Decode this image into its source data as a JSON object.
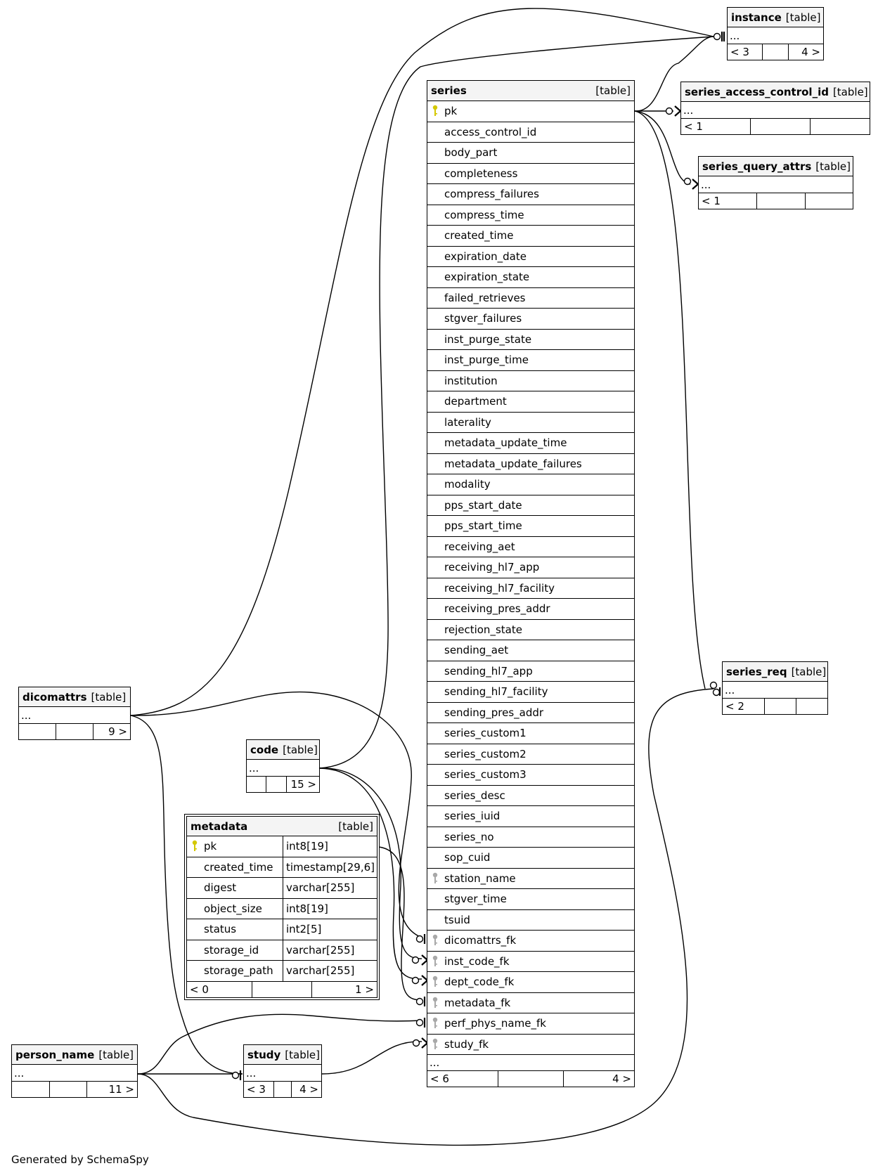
{
  "footer": "Generated by SchemaSpy",
  "table_suffix": "[table]",
  "ellipsis": "...",
  "tables": {
    "instance": {
      "name": "instance",
      "footer": [
        "< 3",
        "",
        "4 >"
      ]
    },
    "series_access_control_id": {
      "name": "series_access_control_id",
      "footer": [
        "< 1",
        "",
        ""
      ]
    },
    "series_query_attrs": {
      "name": "series_query_attrs",
      "footer": [
        "< 1",
        "",
        ""
      ]
    },
    "series_req": {
      "name": "series_req",
      "footer": [
        "< 2",
        "",
        ""
      ]
    },
    "dicomattrs": {
      "name": "dicomattrs",
      "footer": [
        "",
        "",
        "9 >"
      ]
    },
    "code": {
      "name": "code",
      "footer": [
        "",
        "",
        "15 >"
      ]
    },
    "person_name": {
      "name": "person_name",
      "footer": [
        "",
        "",
        "11 >"
      ]
    },
    "study": {
      "name": "study",
      "footer": [
        "< 3",
        "",
        "4 >"
      ]
    },
    "metadata": {
      "name": "metadata",
      "columns": [
        {
          "name": "pk",
          "type": "int8[19]",
          "key": "primary"
        },
        {
          "name": "created_time",
          "type": "timestamp[29,6]",
          "key": ""
        },
        {
          "name": "digest",
          "type": "varchar[255]",
          "key": ""
        },
        {
          "name": "object_size",
          "type": "int8[19]",
          "key": ""
        },
        {
          "name": "status",
          "type": "int2[5]",
          "key": ""
        },
        {
          "name": "storage_id",
          "type": "varchar[255]",
          "key": ""
        },
        {
          "name": "storage_path",
          "type": "varchar[255]",
          "key": ""
        }
      ],
      "footer": [
        "< 0",
        "",
        "1 >"
      ]
    },
    "series": {
      "name": "series",
      "columns": [
        {
          "name": "pk",
          "key": "primary"
        },
        {
          "name": "access_control_id",
          "key": ""
        },
        {
          "name": "body_part",
          "key": ""
        },
        {
          "name": "completeness",
          "key": ""
        },
        {
          "name": "compress_failures",
          "key": ""
        },
        {
          "name": "compress_time",
          "key": ""
        },
        {
          "name": "created_time",
          "key": ""
        },
        {
          "name": "expiration_date",
          "key": ""
        },
        {
          "name": "expiration_state",
          "key": ""
        },
        {
          "name": "failed_retrieves",
          "key": ""
        },
        {
          "name": "stgver_failures",
          "key": ""
        },
        {
          "name": "inst_purge_state",
          "key": ""
        },
        {
          "name": "inst_purge_time",
          "key": ""
        },
        {
          "name": "institution",
          "key": ""
        },
        {
          "name": "department",
          "key": ""
        },
        {
          "name": "laterality",
          "key": ""
        },
        {
          "name": "metadata_update_time",
          "key": ""
        },
        {
          "name": "metadata_update_failures",
          "key": ""
        },
        {
          "name": "modality",
          "key": ""
        },
        {
          "name": "pps_start_date",
          "key": ""
        },
        {
          "name": "pps_start_time",
          "key": ""
        },
        {
          "name": "receiving_aet",
          "key": ""
        },
        {
          "name": "receiving_hl7_app",
          "key": ""
        },
        {
          "name": "receiving_hl7_facility",
          "key": ""
        },
        {
          "name": "receiving_pres_addr",
          "key": ""
        },
        {
          "name": "rejection_state",
          "key": ""
        },
        {
          "name": "sending_aet",
          "key": ""
        },
        {
          "name": "sending_hl7_app",
          "key": ""
        },
        {
          "name": "sending_hl7_facility",
          "key": ""
        },
        {
          "name": "sending_pres_addr",
          "key": ""
        },
        {
          "name": "series_custom1",
          "key": ""
        },
        {
          "name": "series_custom2",
          "key": ""
        },
        {
          "name": "series_custom3",
          "key": ""
        },
        {
          "name": "series_desc",
          "key": ""
        },
        {
          "name": "series_iuid",
          "key": ""
        },
        {
          "name": "series_no",
          "key": ""
        },
        {
          "name": "sop_cuid",
          "key": ""
        },
        {
          "name": "station_name",
          "key": "index"
        },
        {
          "name": "stgver_time",
          "key": ""
        },
        {
          "name": "tsuid",
          "key": ""
        },
        {
          "name": "dicomattrs_fk",
          "key": "foreign"
        },
        {
          "name": "inst_code_fk",
          "key": "foreign"
        },
        {
          "name": "dept_code_fk",
          "key": "foreign"
        },
        {
          "name": "metadata_fk",
          "key": "foreign"
        },
        {
          "name": "perf_phys_name_fk",
          "key": "foreign"
        },
        {
          "name": "study_fk",
          "key": "foreign"
        }
      ],
      "footer": [
        "< 6",
        "",
        "4 >"
      ]
    }
  },
  "colors": {
    "primary_key": "#d4c800",
    "foreign_key": "#a8a8a8",
    "header_bg": "#f4f4f4"
  }
}
